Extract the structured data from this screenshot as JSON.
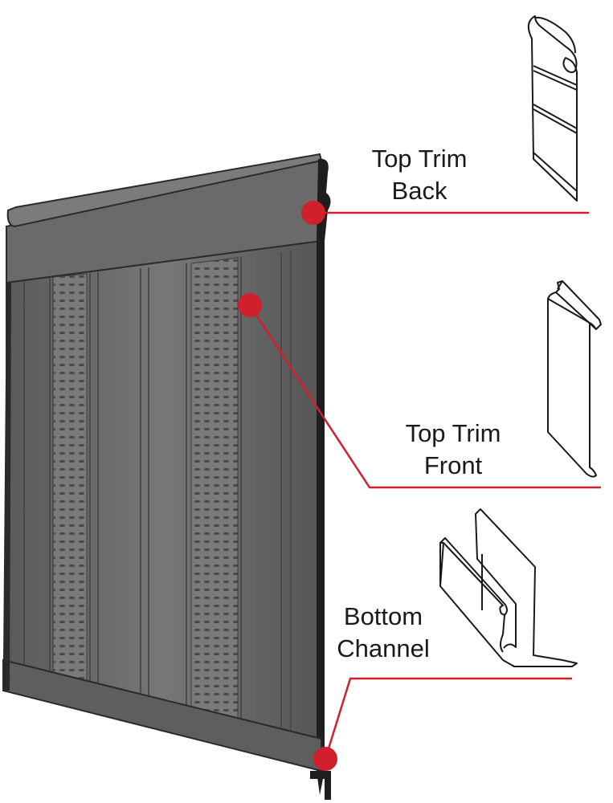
{
  "colors": {
    "accent": "#d0202e",
    "panel": "#6e6e6e",
    "panel_dark": "#3a3a3a",
    "outline": "#1a1a1a"
  },
  "callouts": [
    {
      "line1": "Top Trim",
      "line2": "Back",
      "icon": "top-trim-back-profile-icon"
    },
    {
      "line1": "Top Trim",
      "line2": "Front",
      "icon": "top-trim-front-profile-icon"
    },
    {
      "line1": "Bottom",
      "line2": "Channel",
      "icon": "bottom-channel-profile-icon"
    }
  ]
}
